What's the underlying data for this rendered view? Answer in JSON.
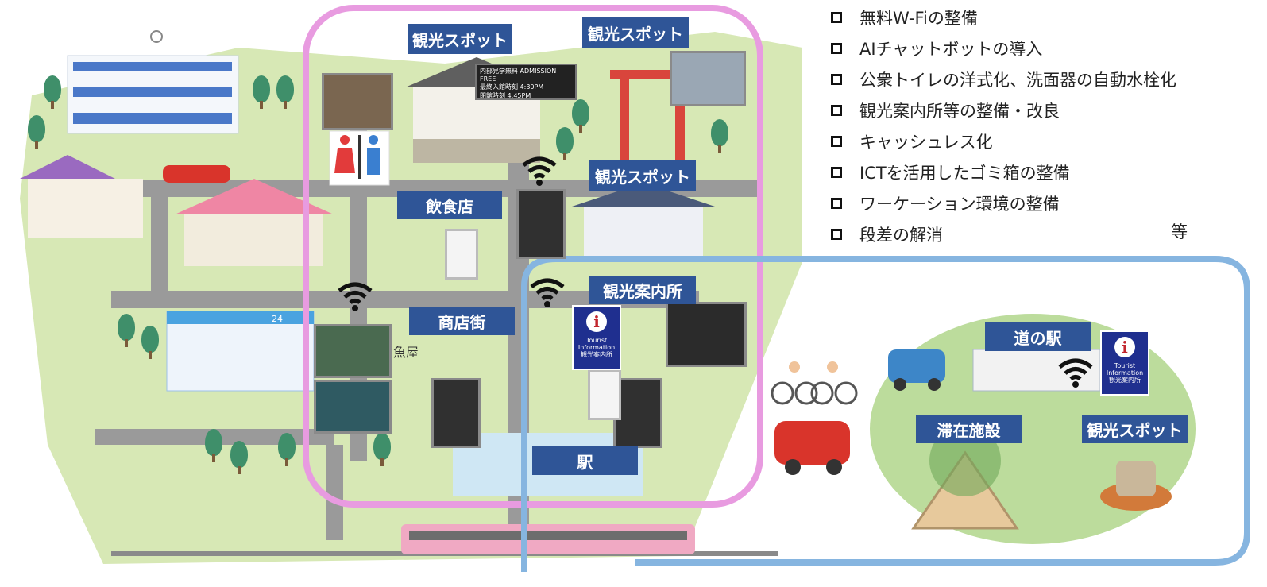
{
  "map_labels": {
    "spot_top_left": "観光スポット",
    "spot_top_right": "観光スポット",
    "spot_middle": "観光スポット",
    "restaurant": "飲食店",
    "shopping_street": "商店街",
    "tourist_info": "観光案内所",
    "station": "駅",
    "roadside_station": "道の駅",
    "stay_facility": "滞在施設",
    "spot_right": "観光スポット"
  },
  "legend": {
    "items": [
      "無料W-Fiの整備",
      "AIチャットボットの導入",
      "公衆トイレの洋式化、洗面器の自動水栓化",
      "観光案内所等の整備・改良",
      "キャッシュレス化",
      "ICTを活用したゴミ箱の整備",
      "ワーケーション環境の整備",
      "段差の解消"
    ],
    "etc": "等"
  },
  "signboard": {
    "title": "内部見学無料",
    "title_en": "ADMISSION FREE",
    "line1": "最終入館時刻 4:30PM",
    "line2": "閉館時刻 4:45PM"
  },
  "tourist_info_sign": {
    "line1": "Tourist",
    "line2": "Information",
    "line3": "観光案内所"
  },
  "shop_sign": "魚屋",
  "store_sign": "24",
  "colors": {
    "label_bg": "#2f5597",
    "area_outline_pink": "#e89be0",
    "area_outline_blue": "#86b5e0",
    "map_green": "#cfe3a8",
    "road": "#9a9a9a"
  }
}
